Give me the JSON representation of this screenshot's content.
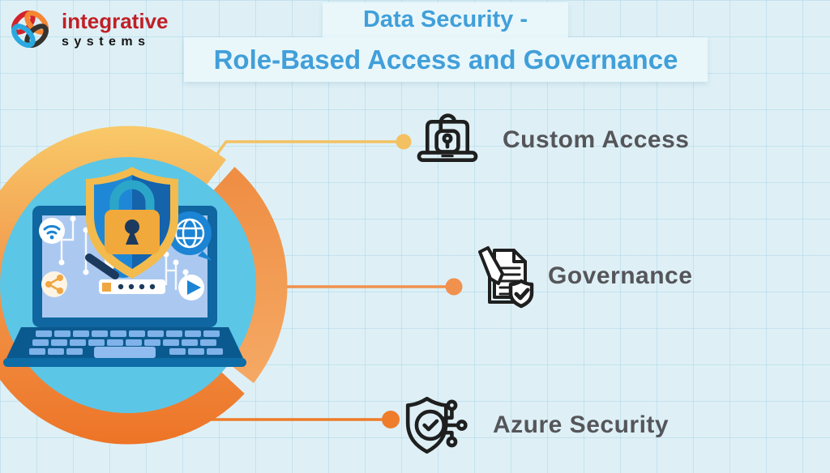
{
  "logo": {
    "line1": "integrative",
    "line2": "systems"
  },
  "title": {
    "line1": "Data Security -",
    "line2": "Role-Based Access and Governance"
  },
  "items": [
    {
      "label": "Custom Access",
      "icon": "laptop-lock-icon"
    },
    {
      "label": "Governance",
      "icon": "document-pen-shield-icon"
    },
    {
      "label": "Azure Security",
      "icon": "shield-check-circuit-icon"
    }
  ],
  "colors": {
    "background": "#def0f6",
    "title_text": "#419fd9",
    "title_box": "#e9f7fb",
    "label_text": "#55565a",
    "ring_light": "#f8c968",
    "ring_dark": "#ed7427",
    "ring_segment": "#f09a55",
    "inner_circle": "#5cc6e6",
    "connector_top": "#f3c161",
    "connector_middle": "#f0914d",
    "connector_bottom": "#ee7c2a",
    "shield_blue": "#1f88d6",
    "lock_orange": "#f2a93b"
  }
}
